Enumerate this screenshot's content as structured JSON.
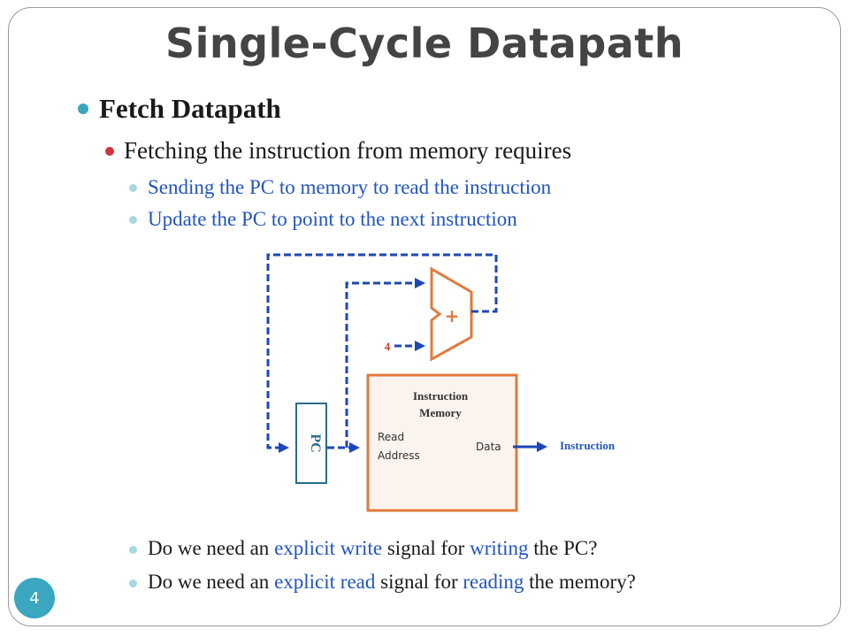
{
  "slide": {
    "title": "Single-Cycle Datapath",
    "page_number": "4"
  },
  "bullets": {
    "level1": "Fetch Datapath",
    "level2": "Fetching the instruction from memory requires",
    "level3_top": [
      "Sending the PC to memory to read the instruction",
      "Update the PC to point to the next instruction"
    ],
    "q1": {
      "part1": "Do we need an ",
      "part2": "explicit write",
      "part3": " signal for ",
      "part4": "writing",
      "part5": " the PC?"
    },
    "q2": {
      "part1": "Do we need an ",
      "part2": "explicit read",
      "part3": " signal for ",
      "part4": "reading",
      "part5": " the memory?"
    }
  },
  "diagram": {
    "pc_label": "PC",
    "adder_label": "+",
    "constant_label": "4",
    "memory_title_line1": "Instruction",
    "memory_title_line2": "Memory",
    "read_address_line1": "Read",
    "read_address_line2": "Address",
    "data_label": "Data",
    "output_label": "Instruction",
    "colors": {
      "wire": "#1e46b8",
      "adder": "#e07a3c",
      "memory_border": "#e07a3c",
      "memory_fill": "#fbf3ee",
      "pc_border": "#2a6c8c",
      "constant": "#d03a30"
    }
  }
}
